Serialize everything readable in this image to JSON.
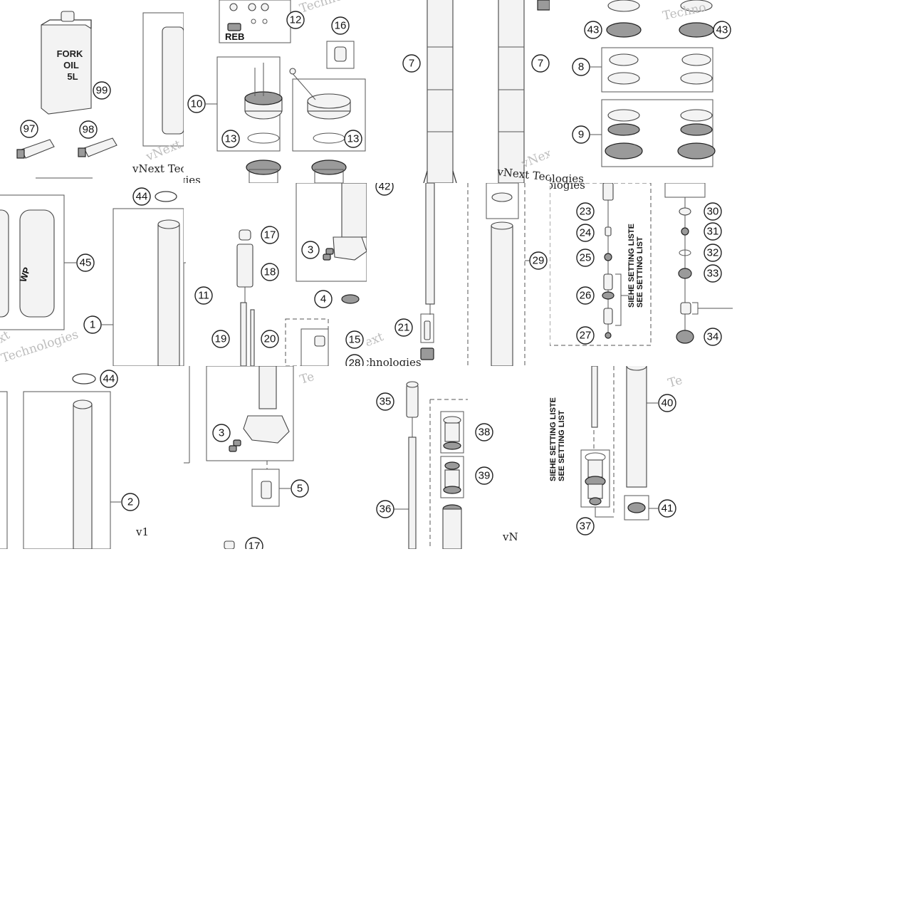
{
  "diagram": {
    "callouts": [
      "99",
      "97",
      "98",
      "12",
      "16",
      "10",
      "13",
      "7",
      "43",
      "8",
      "9",
      "44",
      "45",
      "1",
      "11",
      "17",
      "18",
      "3",
      "4",
      "19",
      "20",
      "15",
      "28",
      "42",
      "21",
      "29",
      "23",
      "24",
      "25",
      "26",
      "27",
      "30",
      "31",
      "32",
      "33",
      "34",
      "2",
      "5",
      "35",
      "38",
      "39",
      "36",
      "37",
      "40",
      "41"
    ],
    "labels": {
      "reb": "REB",
      "fork_oil_line1": "FORK",
      "fork_oil_line2": "OIL",
      "fork_oil_line3": "5L",
      "setting_de": "SIEHE SETTING LISTE",
      "setting_en": "SEE SETTING LIST",
      "brand_logo": "WP"
    },
    "watermarks": {
      "vnext_tec": "vNext Tec",
      "vnext": "vNext",
      "technologies": "Technologies",
      "ext": "ext",
      "chnologies": "chnologies",
      "techno": "Techno",
      "te": "Te",
      "vn": "vN",
      "v1": "v1",
      "ologies": "ologies"
    }
  }
}
